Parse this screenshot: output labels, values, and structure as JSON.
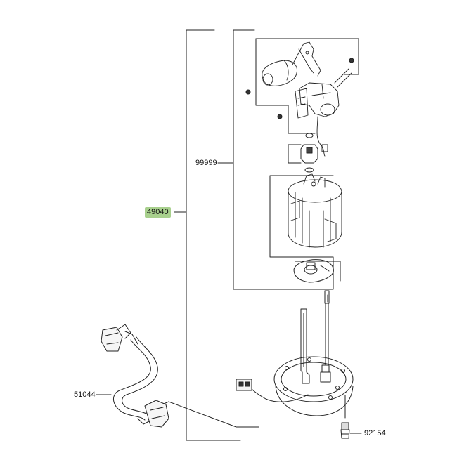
{
  "part_labels": {
    "assembly": "49040",
    "sub_assembly": "99999",
    "hose_assembly": "51044",
    "bolt": "92154"
  },
  "colors": {
    "highlight": "#a8d08d",
    "line": "#222222"
  }
}
